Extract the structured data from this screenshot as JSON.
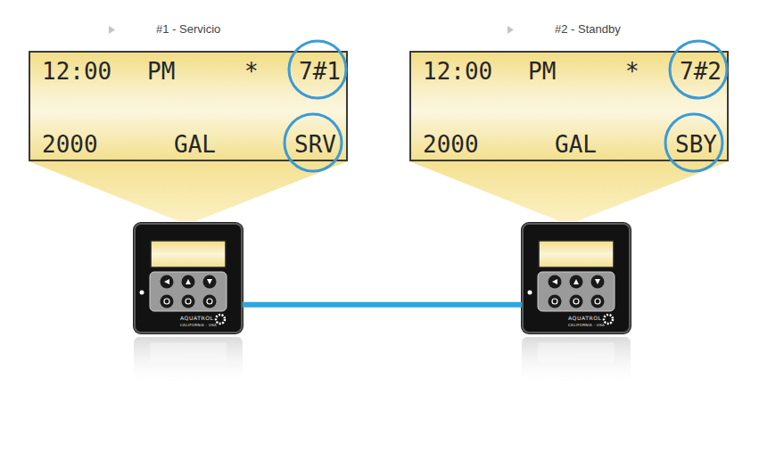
{
  "diagram": {
    "nodes": [
      {
        "text": [
          "12:00",
          "PM",
          "*",
          "7#1",
          "2000",
          "GAL",
          "SRV"
        ]
      },
      {
        "text": [
          "12:00",
          "PM",
          "*",
          "7#2",
          "2000",
          "GAL",
          "SBY"
        ]
      },
      {
        "text": [
          "AQUATROL",
          "CALIFORNIA - USA"
        ]
      },
      {
        "text": [
          "AQUATROL",
          "CALIFORNIA - USA"
        ]
      }
    ],
    "edges": [
      {
        "from": 2,
        "to": 3,
        "arrow": "none"
      }
    ],
    "labels": [
      "#1 - Servicio",
      "#2 - Standby"
    ]
  }
}
